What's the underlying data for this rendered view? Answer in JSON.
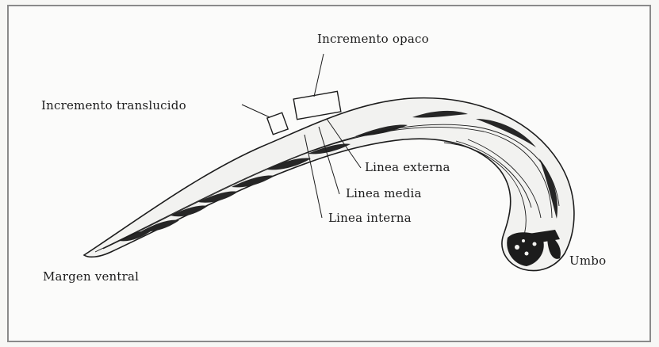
{
  "labels": {
    "incremento_opaco": "Incremento opaco",
    "incremento_translucido": "Incremento translucido",
    "linea_externa": "Linea externa",
    "linea_media": "Linea media",
    "linea_interna": "Linea interna",
    "umbo": "Umbo",
    "margen_ventral": "Margen ventral"
  },
  "colors": {
    "ink": "#1c1c1c",
    "frame": "#8a8a8a",
    "background": "#fbfbfa"
  }
}
